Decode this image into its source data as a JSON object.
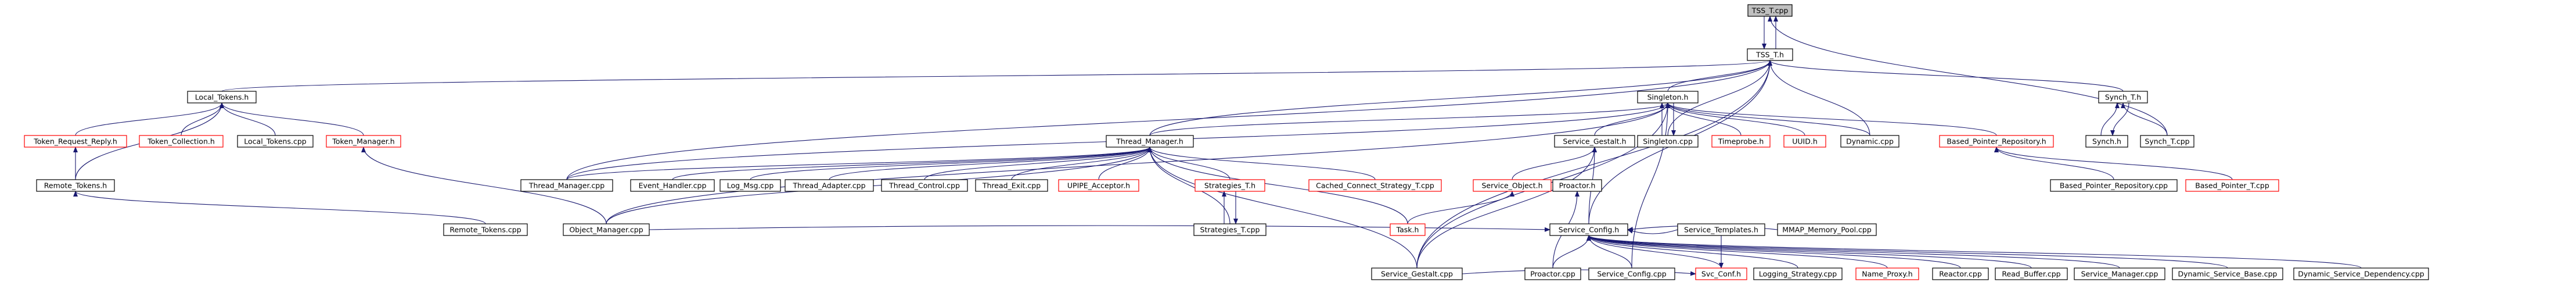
{
  "colors": {
    "edge": "#191970",
    "box_default": "#000000",
    "box_red": "#ff0000",
    "focus_fill": "#bfbfbf",
    "text": "#000000"
  },
  "graph": {
    "nodes": [
      {
        "id": "tss_t_cpp",
        "label": "TSS_T.cpp",
        "style": "focus"
      },
      {
        "id": "tss_t_h",
        "label": "TSS_T.h",
        "style": "black"
      },
      {
        "id": "local_tokens_h",
        "label": "Local_Tokens.h",
        "style": "black"
      },
      {
        "id": "singleton_h",
        "label": "Singleton.h",
        "style": "black"
      },
      {
        "id": "synch_t_h",
        "label": "Synch_T.h",
        "style": "black"
      },
      {
        "id": "token_request_reply_h",
        "label": "Token_Request_Reply.h",
        "style": "red"
      },
      {
        "id": "token_collection_h",
        "label": "Token_Collection.h",
        "style": "red"
      },
      {
        "id": "local_tokens_cpp",
        "label": "Local_Tokens.cpp",
        "style": "black"
      },
      {
        "id": "token_manager_h",
        "label": "Token_Manager.h",
        "style": "red"
      },
      {
        "id": "thread_manager_h",
        "label": "Thread_Manager.h",
        "style": "black"
      },
      {
        "id": "service_gestalt_h",
        "label": "Service_Gestalt.h",
        "style": "black"
      },
      {
        "id": "singleton_cpp",
        "label": "Singleton.cpp",
        "style": "black"
      },
      {
        "id": "timeprobe_h",
        "label": "Timeprobe.h",
        "style": "red"
      },
      {
        "id": "uuid_h",
        "label": "UUID.h",
        "style": "red"
      },
      {
        "id": "dynamic_cpp",
        "label": "Dynamic.cpp",
        "style": "black"
      },
      {
        "id": "based_pointer_repository_h",
        "label": "Based_Pointer_Repository.h",
        "style": "red"
      },
      {
        "id": "synch_h",
        "label": "Synch.h",
        "style": "black"
      },
      {
        "id": "synch_t_cpp",
        "label": "Synch_T.cpp",
        "style": "black"
      },
      {
        "id": "remote_tokens_h",
        "label": "Remote_Tokens.h",
        "style": "black"
      },
      {
        "id": "thread_manager_cpp",
        "label": "Thread_Manager.cpp",
        "style": "black"
      },
      {
        "id": "event_handler_cpp",
        "label": "Event_Handler.cpp",
        "style": "black"
      },
      {
        "id": "log_msg_cpp",
        "label": "Log_Msg.cpp",
        "style": "black"
      },
      {
        "id": "thread_adapter_cpp",
        "label": "Thread_Adapter.cpp",
        "style": "black"
      },
      {
        "id": "thread_control_cpp",
        "label": "Thread_Control.cpp",
        "style": "black"
      },
      {
        "id": "thread_exit_cpp",
        "label": "Thread_Exit.cpp",
        "style": "black"
      },
      {
        "id": "upipe_acceptor_h",
        "label": "UPIPE_Acceptor.h",
        "style": "red"
      },
      {
        "id": "strategies_t_h",
        "label": "Strategies_T.h",
        "style": "red"
      },
      {
        "id": "cached_connect_strategy_t_cpp",
        "label": "Cached_Connect_Strategy_T.cpp",
        "style": "red"
      },
      {
        "id": "service_object_h",
        "label": "Service_Object.h",
        "style": "red"
      },
      {
        "id": "proactor_h",
        "label": "Proactor.h",
        "style": "black"
      },
      {
        "id": "service_config_h",
        "label": "Service_Config.h",
        "style": "black"
      },
      {
        "id": "mmap_memory_pool_cpp",
        "label": "MMAP_Memory_Pool.cpp",
        "style": "black"
      },
      {
        "id": "based_pointer_repository_cpp",
        "label": "Based_Pointer_Repository.cpp",
        "style": "black"
      },
      {
        "id": "based_pointer_t_cpp",
        "label": "Based_Pointer_T.cpp",
        "style": "red"
      },
      {
        "id": "remote_tokens_cpp",
        "label": "Remote_Tokens.cpp",
        "style": "black"
      },
      {
        "id": "object_manager_cpp",
        "label": "Object_Manager.cpp",
        "style": "black"
      },
      {
        "id": "strategies_t_cpp",
        "label": "Strategies_T.cpp",
        "style": "black"
      },
      {
        "id": "task_h",
        "label": "Task.h",
        "style": "red"
      },
      {
        "id": "proactor_cpp",
        "label": "Proactor.cpp",
        "style": "black"
      },
      {
        "id": "service_config_cpp",
        "label": "Service_Config.cpp",
        "style": "black"
      },
      {
        "id": "svc_conf_h",
        "label": "Svc_Conf.h",
        "style": "red"
      },
      {
        "id": "logging_strategy_cpp",
        "label": "Logging_Strategy.cpp",
        "style": "black"
      },
      {
        "id": "name_proxy_h",
        "label": "Name_Proxy.h",
        "style": "red"
      },
      {
        "id": "reactor_cpp",
        "label": "Reactor.cpp",
        "style": "black"
      },
      {
        "id": "read_buffer_cpp",
        "label": "Read_Buffer.cpp",
        "style": "black"
      },
      {
        "id": "service_manager_cpp",
        "label": "Service_Manager.cpp",
        "style": "black"
      },
      {
        "id": "dynamic_service_base_cpp",
        "label": "Dynamic_Service_Base.cpp",
        "style": "black"
      },
      {
        "id": "dynamic_service_dependency_cpp",
        "label": "Dynamic_Service_Dependency.cpp",
        "style": "black"
      },
      {
        "id": "service_gestalt_cpp",
        "label": "Service_Gestalt.cpp",
        "style": "black"
      },
      {
        "id": "service_templates_h",
        "label": "Service_Templates.h",
        "style": "black"
      }
    ],
    "edges": [
      [
        "tss_t_cpp",
        "tss_t_h"
      ],
      [
        "tss_t_h",
        "tss_t_cpp"
      ],
      [
        "synch_t_cpp",
        "tss_t_cpp"
      ],
      [
        "local_tokens_h",
        "tss_t_h"
      ],
      [
        "singleton_h",
        "tss_t_h"
      ],
      [
        "synch_t_h",
        "tss_t_h"
      ],
      [
        "thread_manager_h",
        "tss_t_h"
      ],
      [
        "thread_manager_cpp",
        "tss_t_h"
      ],
      [
        "dynamic_cpp",
        "tss_t_h"
      ],
      [
        "service_config_h",
        "tss_t_h"
      ],
      [
        "service_gestalt_cpp",
        "tss_t_h"
      ],
      [
        "singleton_cpp",
        "tss_t_h"
      ],
      [
        "token_request_reply_h",
        "local_tokens_h"
      ],
      [
        "token_collection_h",
        "local_tokens_h"
      ],
      [
        "local_tokens_cpp",
        "local_tokens_h"
      ],
      [
        "token_manager_h",
        "local_tokens_h"
      ],
      [
        "remote_tokens_h",
        "local_tokens_h"
      ],
      [
        "remote_tokens_h",
        "token_request_reply_h"
      ],
      [
        "remote_tokens_cpp",
        "remote_tokens_h"
      ],
      [
        "object_manager_cpp",
        "token_manager_h"
      ],
      [
        "thread_manager_h",
        "singleton_h"
      ],
      [
        "service_gestalt_h",
        "singleton_h"
      ],
      [
        "singleton_cpp",
        "singleton_h"
      ],
      [
        "singleton_h",
        "singleton_cpp"
      ],
      [
        "timeprobe_h",
        "singleton_h"
      ],
      [
        "uuid_h",
        "singleton_h"
      ],
      [
        "dynamic_cpp",
        "singleton_h"
      ],
      [
        "based_pointer_repository_h",
        "singleton_h"
      ],
      [
        "thread_manager_cpp",
        "singleton_h"
      ],
      [
        "object_manager_cpp",
        "singleton_h"
      ],
      [
        "service_config_cpp",
        "singleton_h"
      ],
      [
        "service_gestalt_cpp",
        "singleton_h"
      ],
      [
        "synch_h",
        "synch_t_h"
      ],
      [
        "synch_t_h",
        "synch_h"
      ],
      [
        "synch_t_cpp",
        "synch_t_h"
      ],
      [
        "thread_manager_cpp",
        "thread_manager_h"
      ],
      [
        "event_handler_cpp",
        "thread_manager_h"
      ],
      [
        "log_msg_cpp",
        "thread_manager_h"
      ],
      [
        "thread_adapter_cpp",
        "thread_manager_h"
      ],
      [
        "thread_control_cpp",
        "thread_manager_h"
      ],
      [
        "thread_exit_cpp",
        "thread_manager_h"
      ],
      [
        "upipe_acceptor_h",
        "thread_manager_h"
      ],
      [
        "strategies_t_h",
        "thread_manager_h"
      ],
      [
        "cached_connect_strategy_t_cpp",
        "thread_manager_h"
      ],
      [
        "task_h",
        "thread_manager_h"
      ],
      [
        "object_manager_cpp",
        "thread_manager_h"
      ],
      [
        "strategies_t_cpp",
        "thread_manager_h"
      ],
      [
        "service_gestalt_cpp",
        "thread_manager_h"
      ],
      [
        "strategies_t_cpp",
        "strategies_t_h"
      ],
      [
        "strategies_t_h",
        "strategies_t_cpp"
      ],
      [
        "service_object_h",
        "service_gestalt_h"
      ],
      [
        "service_config_h",
        "service_gestalt_h"
      ],
      [
        "service_gestalt_cpp",
        "service_gestalt_h"
      ],
      [
        "task_h",
        "service_object_h"
      ],
      [
        "proactor_cpp",
        "proactor_h"
      ],
      [
        "object_manager_cpp",
        "service_config_h"
      ],
      [
        "mmap_memory_pool_cpp",
        "service_config_h"
      ],
      [
        "proactor_cpp",
        "service_config_h"
      ],
      [
        "service_config_cpp",
        "service_config_h"
      ],
      [
        "svc_conf_h",
        "service_config_h"
      ],
      [
        "logging_strategy_cpp",
        "service_config_h"
      ],
      [
        "name_proxy_h",
        "service_config_h"
      ],
      [
        "reactor_cpp",
        "service_config_h"
      ],
      [
        "read_buffer_cpp",
        "service_config_h"
      ],
      [
        "service_manager_cpp",
        "service_config_h"
      ],
      [
        "dynamic_service_base_cpp",
        "service_config_h"
      ],
      [
        "dynamic_service_dependency_cpp",
        "service_config_h"
      ],
      [
        "service_templates_h",
        "service_config_h"
      ],
      [
        "service_gestalt_cpp",
        "svc_conf_h"
      ],
      [
        "service_templates_h",
        "svc_conf_h"
      ],
      [
        "based_pointer_repository_cpp",
        "based_pointer_repository_h"
      ],
      [
        "based_pointer_t_cpp",
        "based_pointer_repository_h"
      ]
    ]
  }
}
